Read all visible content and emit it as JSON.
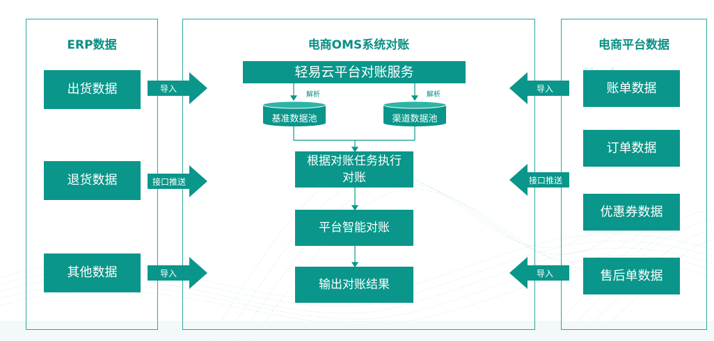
{
  "colors": {
    "accent": "#0a968a",
    "border": "#2aa59b",
    "title": "#0a8f84"
  },
  "left": {
    "title": "ERP数据",
    "items": [
      "出货数据",
      "退货数据",
      "其他数据"
    ],
    "arrows": [
      "导入",
      "接口推送",
      "导入"
    ]
  },
  "middle": {
    "title": "电商OMS系统对账",
    "service": "轻易云平台对账服务",
    "parse_left": "解析",
    "parse_right": "解析",
    "pool_left": "基准数据池",
    "pool_right": "渠道数据池",
    "steps": [
      "根据对账任务执行对账",
      "平台智能对账",
      "输出对账结果"
    ]
  },
  "right": {
    "title": "电商平台数据",
    "items": [
      "账单数据",
      "订单数据",
      "优惠券数据",
      "售后单数据"
    ],
    "arrows": [
      "导入",
      "接口推送",
      "导入"
    ]
  },
  "watermark": {
    "word": "Cloud",
    "sub": "· · · · · ·"
  }
}
